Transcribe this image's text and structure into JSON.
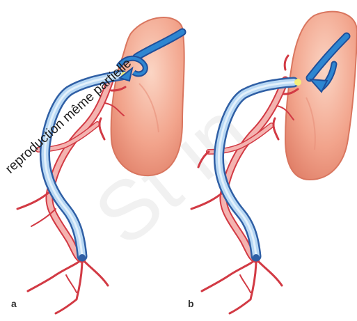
{
  "panels": [
    {
      "label": "a"
    },
    {
      "label": "b"
    }
  ],
  "watermark": {
    "text": "reproduction même partielle",
    "faint_text": "St in"
  },
  "colors": {
    "heart": "#f2a48c",
    "heart_edge": "#d9765f",
    "vessel": "#f4b3b0",
    "vessel_edge": "#d23a44",
    "graft": "#b8d8f4",
    "graft_edge": "#2f5fa5",
    "flow_arrow": "#2e86d1",
    "anastomosis": "#f4ee78"
  }
}
